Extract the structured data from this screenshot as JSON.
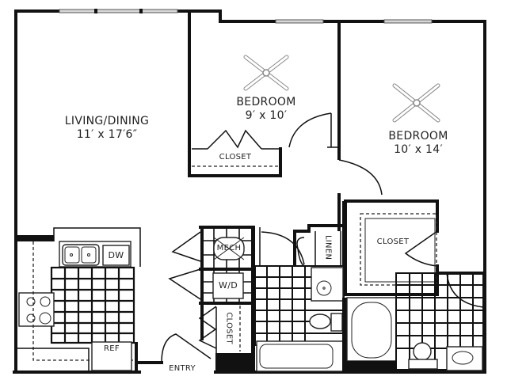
{
  "floor_plan": {
    "rooms": [
      {
        "id": "living-dining",
        "name": "LIVING/DINING",
        "dimensions": "11′ x 17′6″"
      },
      {
        "id": "bedroom-1",
        "name": "BEDROOM",
        "dimensions": "9′ x 10′"
      },
      {
        "id": "bedroom-2",
        "name": "BEDROOM",
        "dimensions": "10′ x 14′"
      }
    ],
    "labels": {
      "bedroom1_closet": "CLOSET",
      "bedroom2_closet": "CLOSET",
      "hall_closet": "CLOSET",
      "linen": "LINEN",
      "mech": "MECH",
      "washer_dryer": "W/D",
      "dishwasher": "DW",
      "refrigerator": "REF",
      "entry": "ENTRY"
    },
    "fixtures": [
      "ceiling-fan",
      "ceiling-fan",
      "double-sink",
      "dishwasher",
      "range",
      "refrigerator",
      "bathtub",
      "bathtub",
      "toilet",
      "toilet",
      "sink",
      "sink",
      "washer-dryer",
      "mech-unit"
    ],
    "colors": {
      "wall": "#111111",
      "window": "#d8d8d8",
      "fan": "#888888",
      "background": "#ffffff"
    }
  }
}
